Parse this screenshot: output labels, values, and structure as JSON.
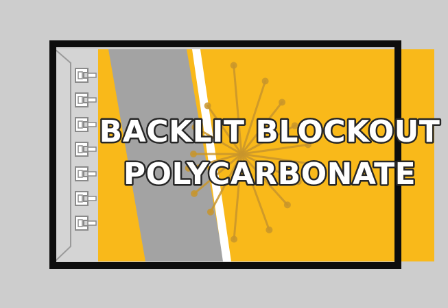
{
  "headline": {
    "line1": "BACKLIT BLOCKOUT",
    "line2": "POLYCARBONATE"
  },
  "colors": {
    "background": "#cdcdcd",
    "panel": "#f9b91a",
    "frame": "#0d0d0d",
    "light_box_interior": "#d4d4d4",
    "stripe": "#a3a3a3",
    "accent_line": "#ffffff",
    "burst": "#c8952c",
    "text_fill": "#ffffff",
    "text_outline": "#262626"
  },
  "icons": {
    "lamp_row": "lamp-icon",
    "light_burst": "light-burst-icon"
  },
  "lamp_count": 7
}
